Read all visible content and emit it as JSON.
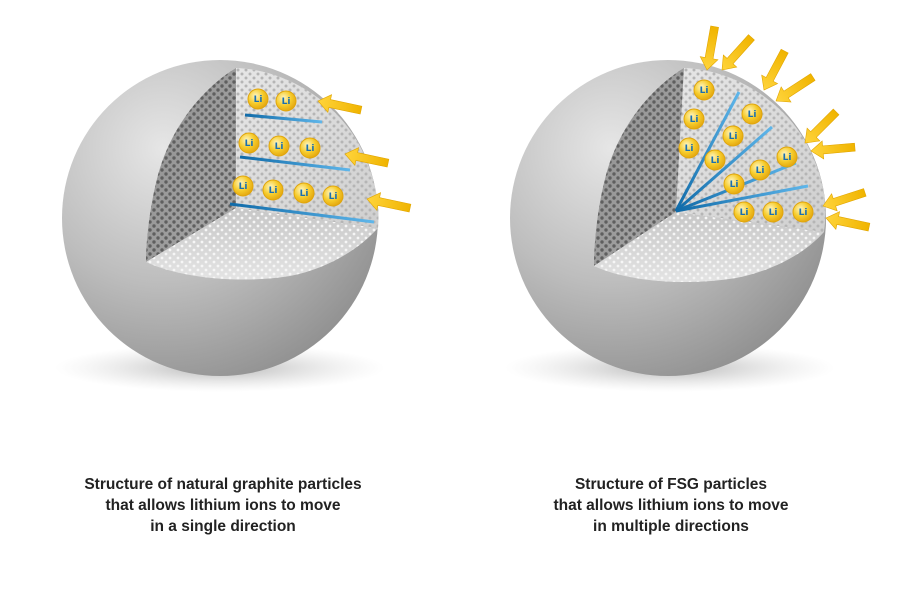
{
  "particles": [
    {
      "id": "natural-graphite",
      "ion_label": "Li",
      "caption_lines": [
        "Structure of natural graphite particles",
        "that allows lithium ions to move",
        "in a single direction"
      ]
    },
    {
      "id": "fsg",
      "ion_label": "Li",
      "caption_lines": [
        "Structure of FSG particles",
        "that allows lithium ions to move",
        "in multiple directions"
      ]
    }
  ],
  "colors": {
    "sphere_light": "#e3e3e3",
    "sphere_dark": "#8e8e8e",
    "layer_line": "#1a7fc4",
    "ion_fill": "#f4c21b",
    "ion_text": "#1a6fb0",
    "arrow": "#f5c519",
    "caption_text": "#222222"
  },
  "icons": [
    "lithium-ion-icon",
    "insertion-arrow-icon"
  ]
}
